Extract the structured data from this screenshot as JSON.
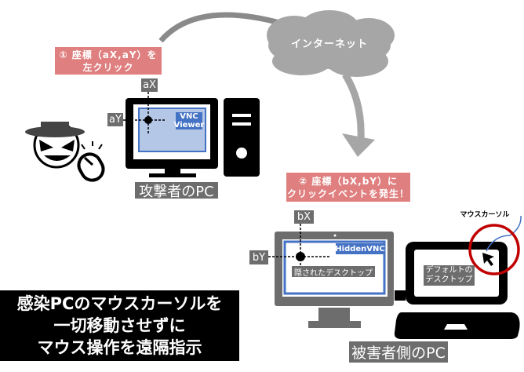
{
  "cloud_label": "インターネット",
  "step1": {
    "line1": "① 座標（aX,aY）を",
    "line2": "左クリック"
  },
  "step2": {
    "line1": "② 座標（bX,bY）に",
    "line2": "クリックイベントを発生！"
  },
  "attacker": {
    "ax": "aX",
    "ay": "aY",
    "viewer_line1": "VNC",
    "viewer_line2": "Viewer",
    "title": "攻撃者のPC"
  },
  "victim": {
    "bx": "bX",
    "by": "bY",
    "hidden_vnc": "HiddenVNC",
    "hidden_desktop": "隠されたデスクトップ",
    "default_line1": "デフォルトの",
    "default_line2": "デスクトップ",
    "cursor_label": "マウスカーソル",
    "title": "被害者側のPC"
  },
  "summary": {
    "line1": "感染PCのマウスカーソルを",
    "line2": "一切移動させずに",
    "line3": "マウス操作を遠隔指示"
  },
  "colors": {
    "pink": "#e07f7f",
    "blue": "#4472c4",
    "light_blue": "#b4c7e7",
    "gray": "#6d6d6d",
    "red": "#c00000"
  }
}
